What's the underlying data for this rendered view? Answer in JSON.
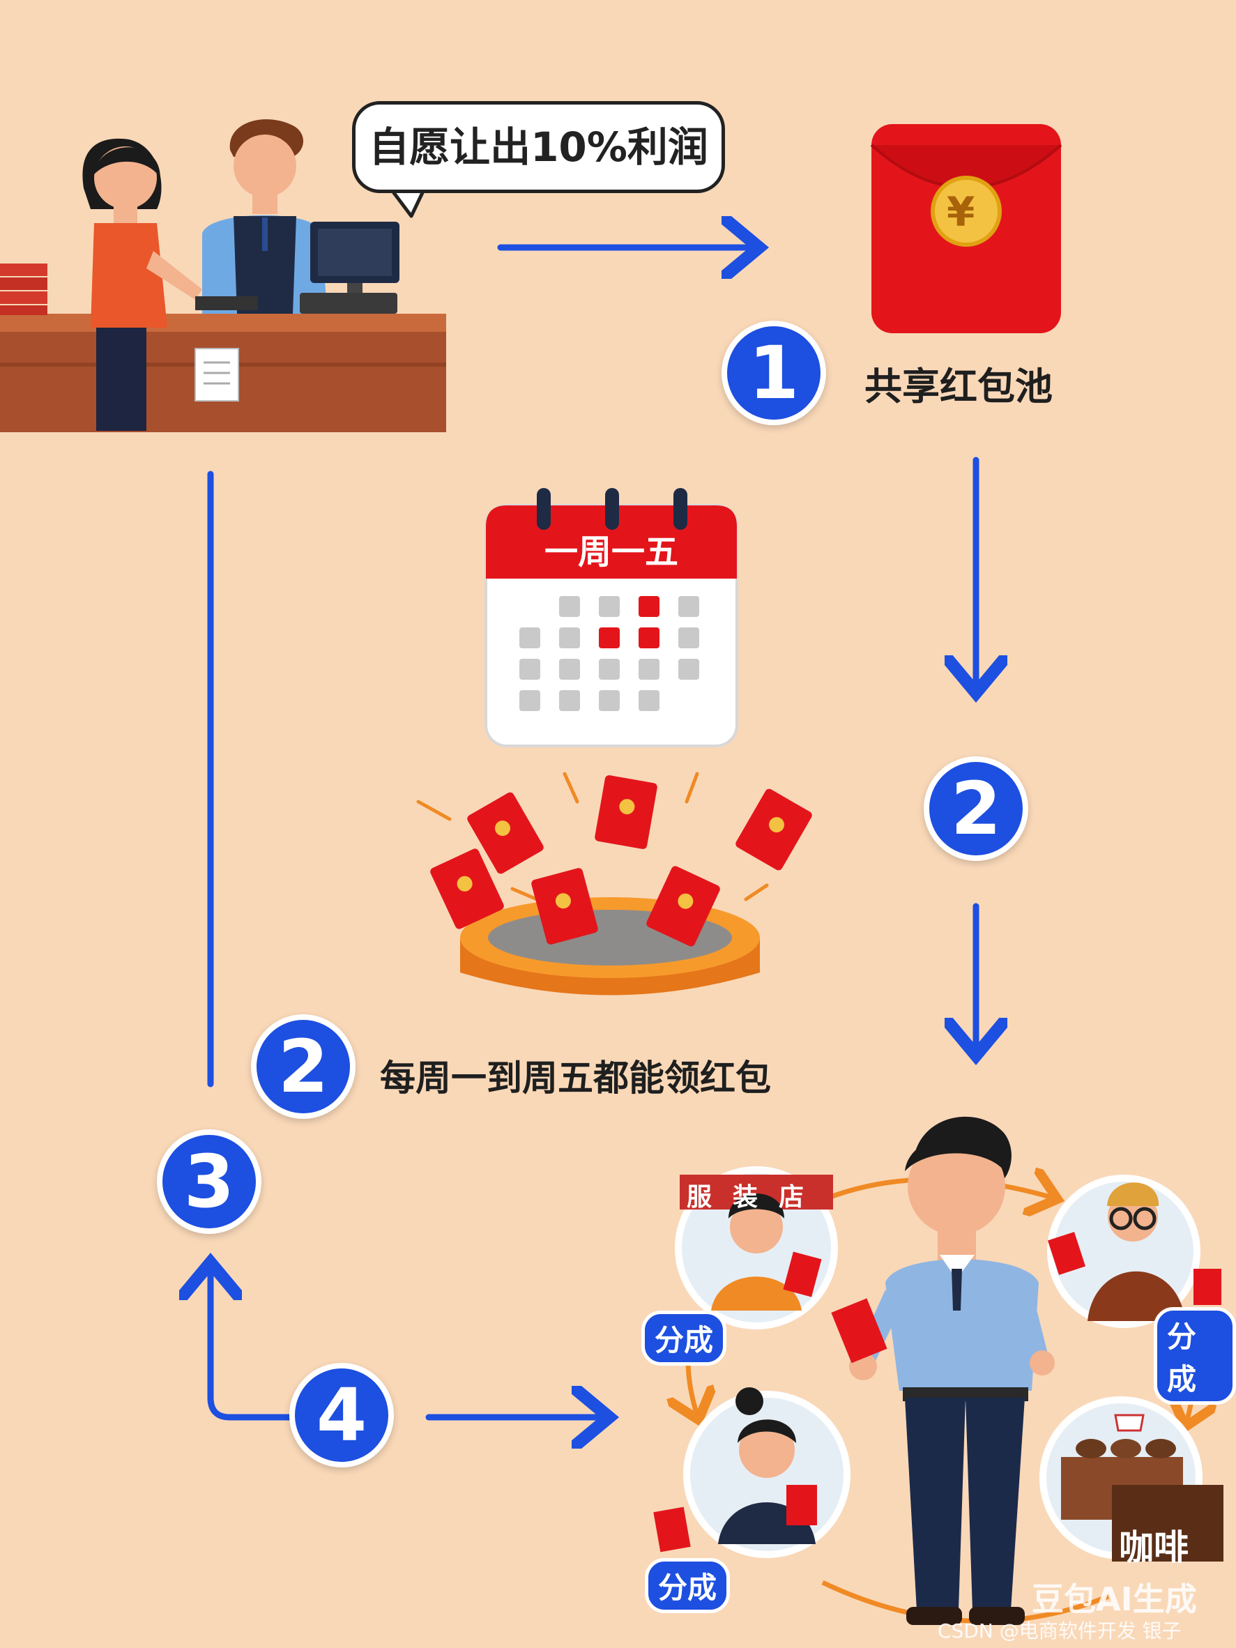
{
  "speech_bubble": "自愿让出10%利润",
  "step1": {
    "badge": "1",
    "label": "共享红包池"
  },
  "calendar_header": "一周一五",
  "step2_right": {
    "badge": "2"
  },
  "step2_left": {
    "badge": "2",
    "label": "每周一到周五都能领红包"
  },
  "step3": {
    "badge": "3"
  },
  "step4": {
    "badge": "4"
  },
  "red_packet_symbol": "¥",
  "share_tags": [
    "分成",
    "分成",
    "分成"
  ],
  "shop_signs": {
    "clothing": "服装店",
    "cafe": "咖啡"
  },
  "watermark": "豆包AI生成",
  "credit": "CSDN @电商软件开发 银子",
  "colors": {
    "background": "#f9d8b8",
    "arrow_blue": "#1d4fe0",
    "packet_red": "#e3151b",
    "ring_orange": "#f08a24",
    "counter_brown": "#b8603a"
  }
}
